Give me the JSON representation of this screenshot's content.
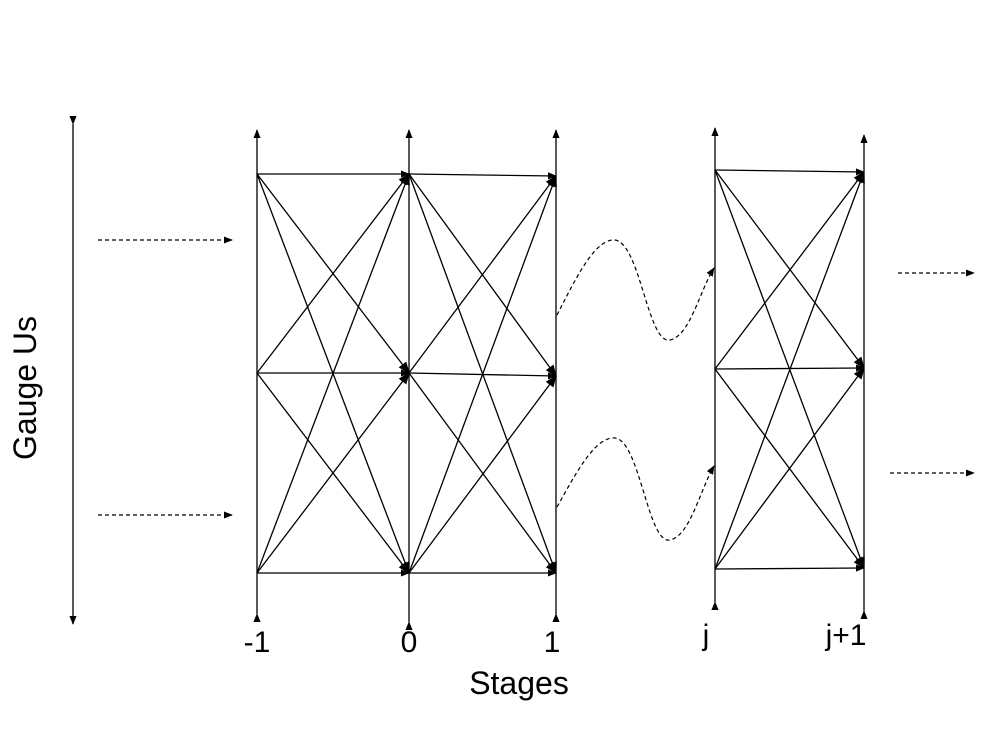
{
  "diagram": {
    "y_axis_label": "Gauge Us",
    "x_axis_label": "Stages",
    "stage_labels": [
      "-1",
      "0",
      "1",
      "j",
      "j+1"
    ],
    "line_color": "#000000",
    "background": "#ffffff"
  }
}
